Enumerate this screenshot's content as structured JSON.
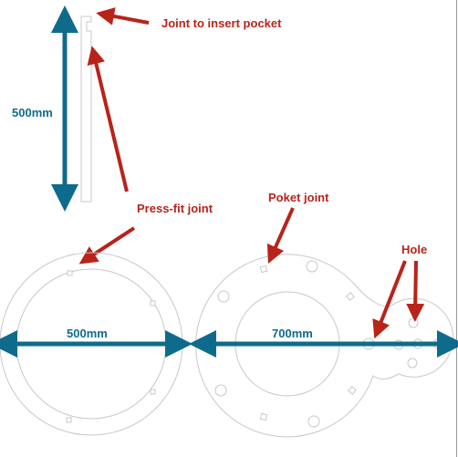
{
  "colors": {
    "dimension": "#0f6b8c",
    "callout": "#b9231a",
    "outline": "#c8c8c8",
    "frame": "#9a9a9a"
  },
  "labels": {
    "joint_to_insert_pocket": "Joint to insert pocket",
    "press_fit_joint": "Press-fit joint",
    "poket_joint": "Poket joint",
    "hole": "Hole"
  },
  "dimensions": {
    "strip_length": "500mm",
    "ring_diameter": "500mm",
    "plate_diameter": "700mm"
  },
  "parts": [
    "vertical-strip",
    "ring",
    "base-plate"
  ]
}
